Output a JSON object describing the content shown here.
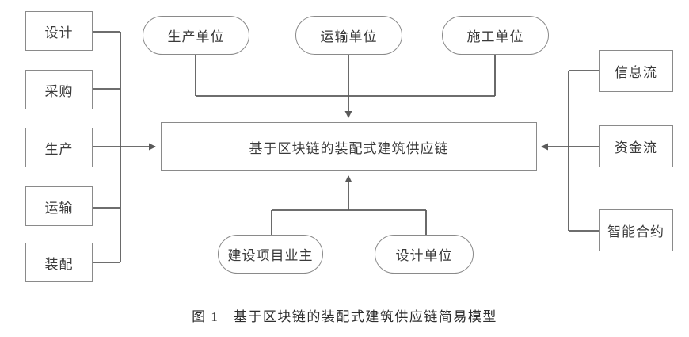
{
  "figure": {
    "caption": "图 1　基于区块链的装配式建筑供应链简易模型",
    "line_color": "#5a5a5a",
    "box_border_color": "#8a8a8a",
    "text_color": "#3a3a3a",
    "background": "#ffffff"
  },
  "center": {
    "label": "基于区块链的装配式建筑供应链"
  },
  "left_stages": [
    {
      "label": "设计"
    },
    {
      "label": "采购"
    },
    {
      "label": "生产"
    },
    {
      "label": "运输"
    },
    {
      "label": "装配"
    }
  ],
  "top_participants": [
    {
      "label": "生产单位"
    },
    {
      "label": "运输单位"
    },
    {
      "label": "施工单位"
    }
  ],
  "bottom_participants": [
    {
      "label": "建设项目业主"
    },
    {
      "label": "设计单位"
    }
  ],
  "right_flows": [
    {
      "label": "信息流"
    },
    {
      "label": "资金流"
    },
    {
      "label": "智能合约"
    }
  ]
}
